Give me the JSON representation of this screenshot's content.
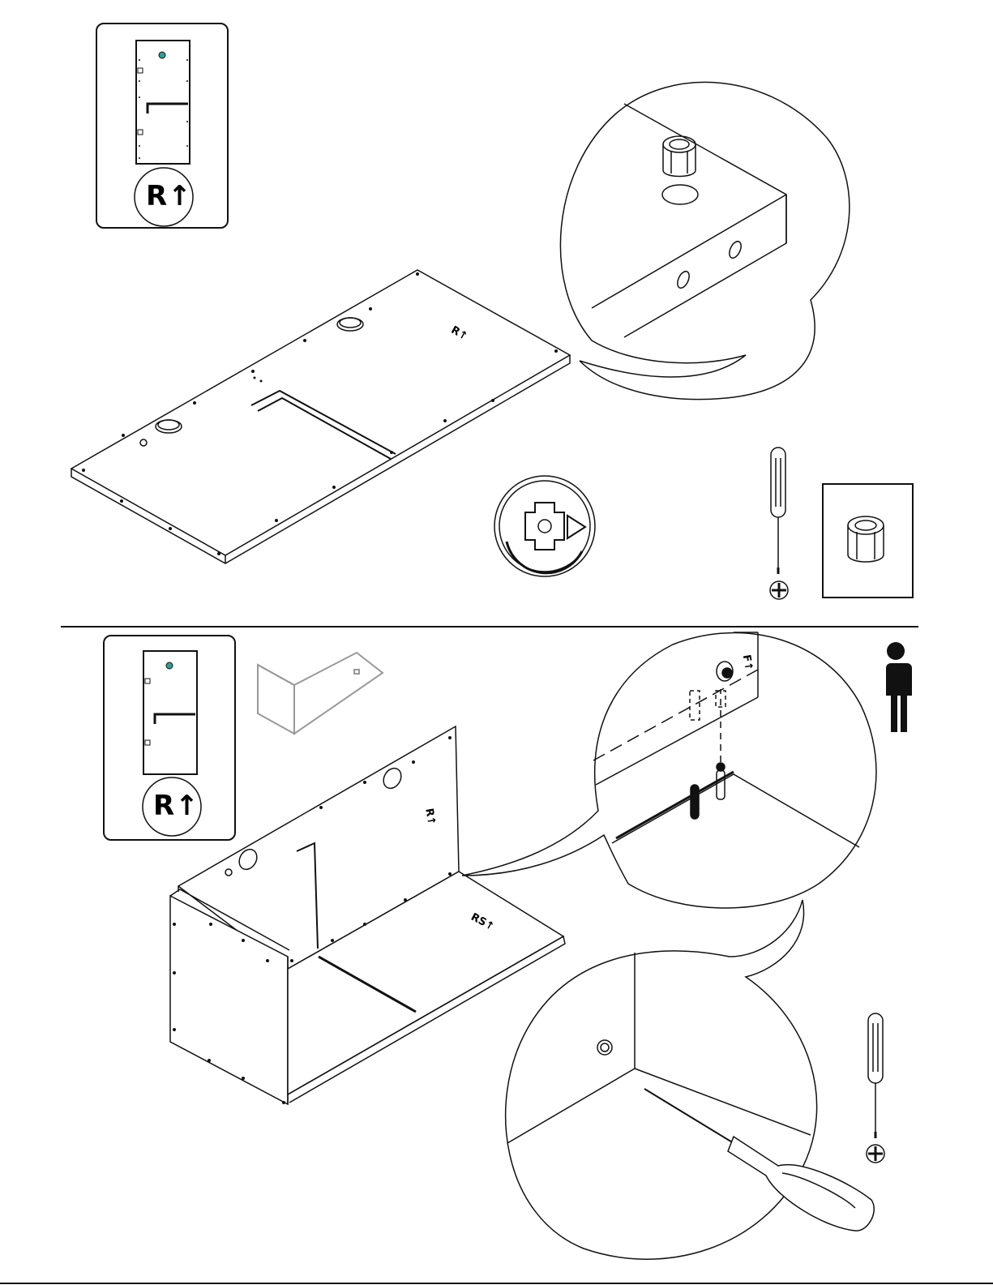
{
  "step1": {
    "key_label": "R↑",
    "board_label": "R↑"
  },
  "step2": {
    "key_label": "R↑",
    "board_label_back": "R↑",
    "board_label_bottom": "RS↑",
    "detail_label": "F↑"
  },
  "colors": {
    "line": "#111111",
    "highlight": "#2aa198"
  },
  "icons": {
    "screwdriver": "screwdriver-icon",
    "phillips": "phillips-head-icon",
    "cam_lock": "cam-lock-icon",
    "person": "person-icon"
  }
}
